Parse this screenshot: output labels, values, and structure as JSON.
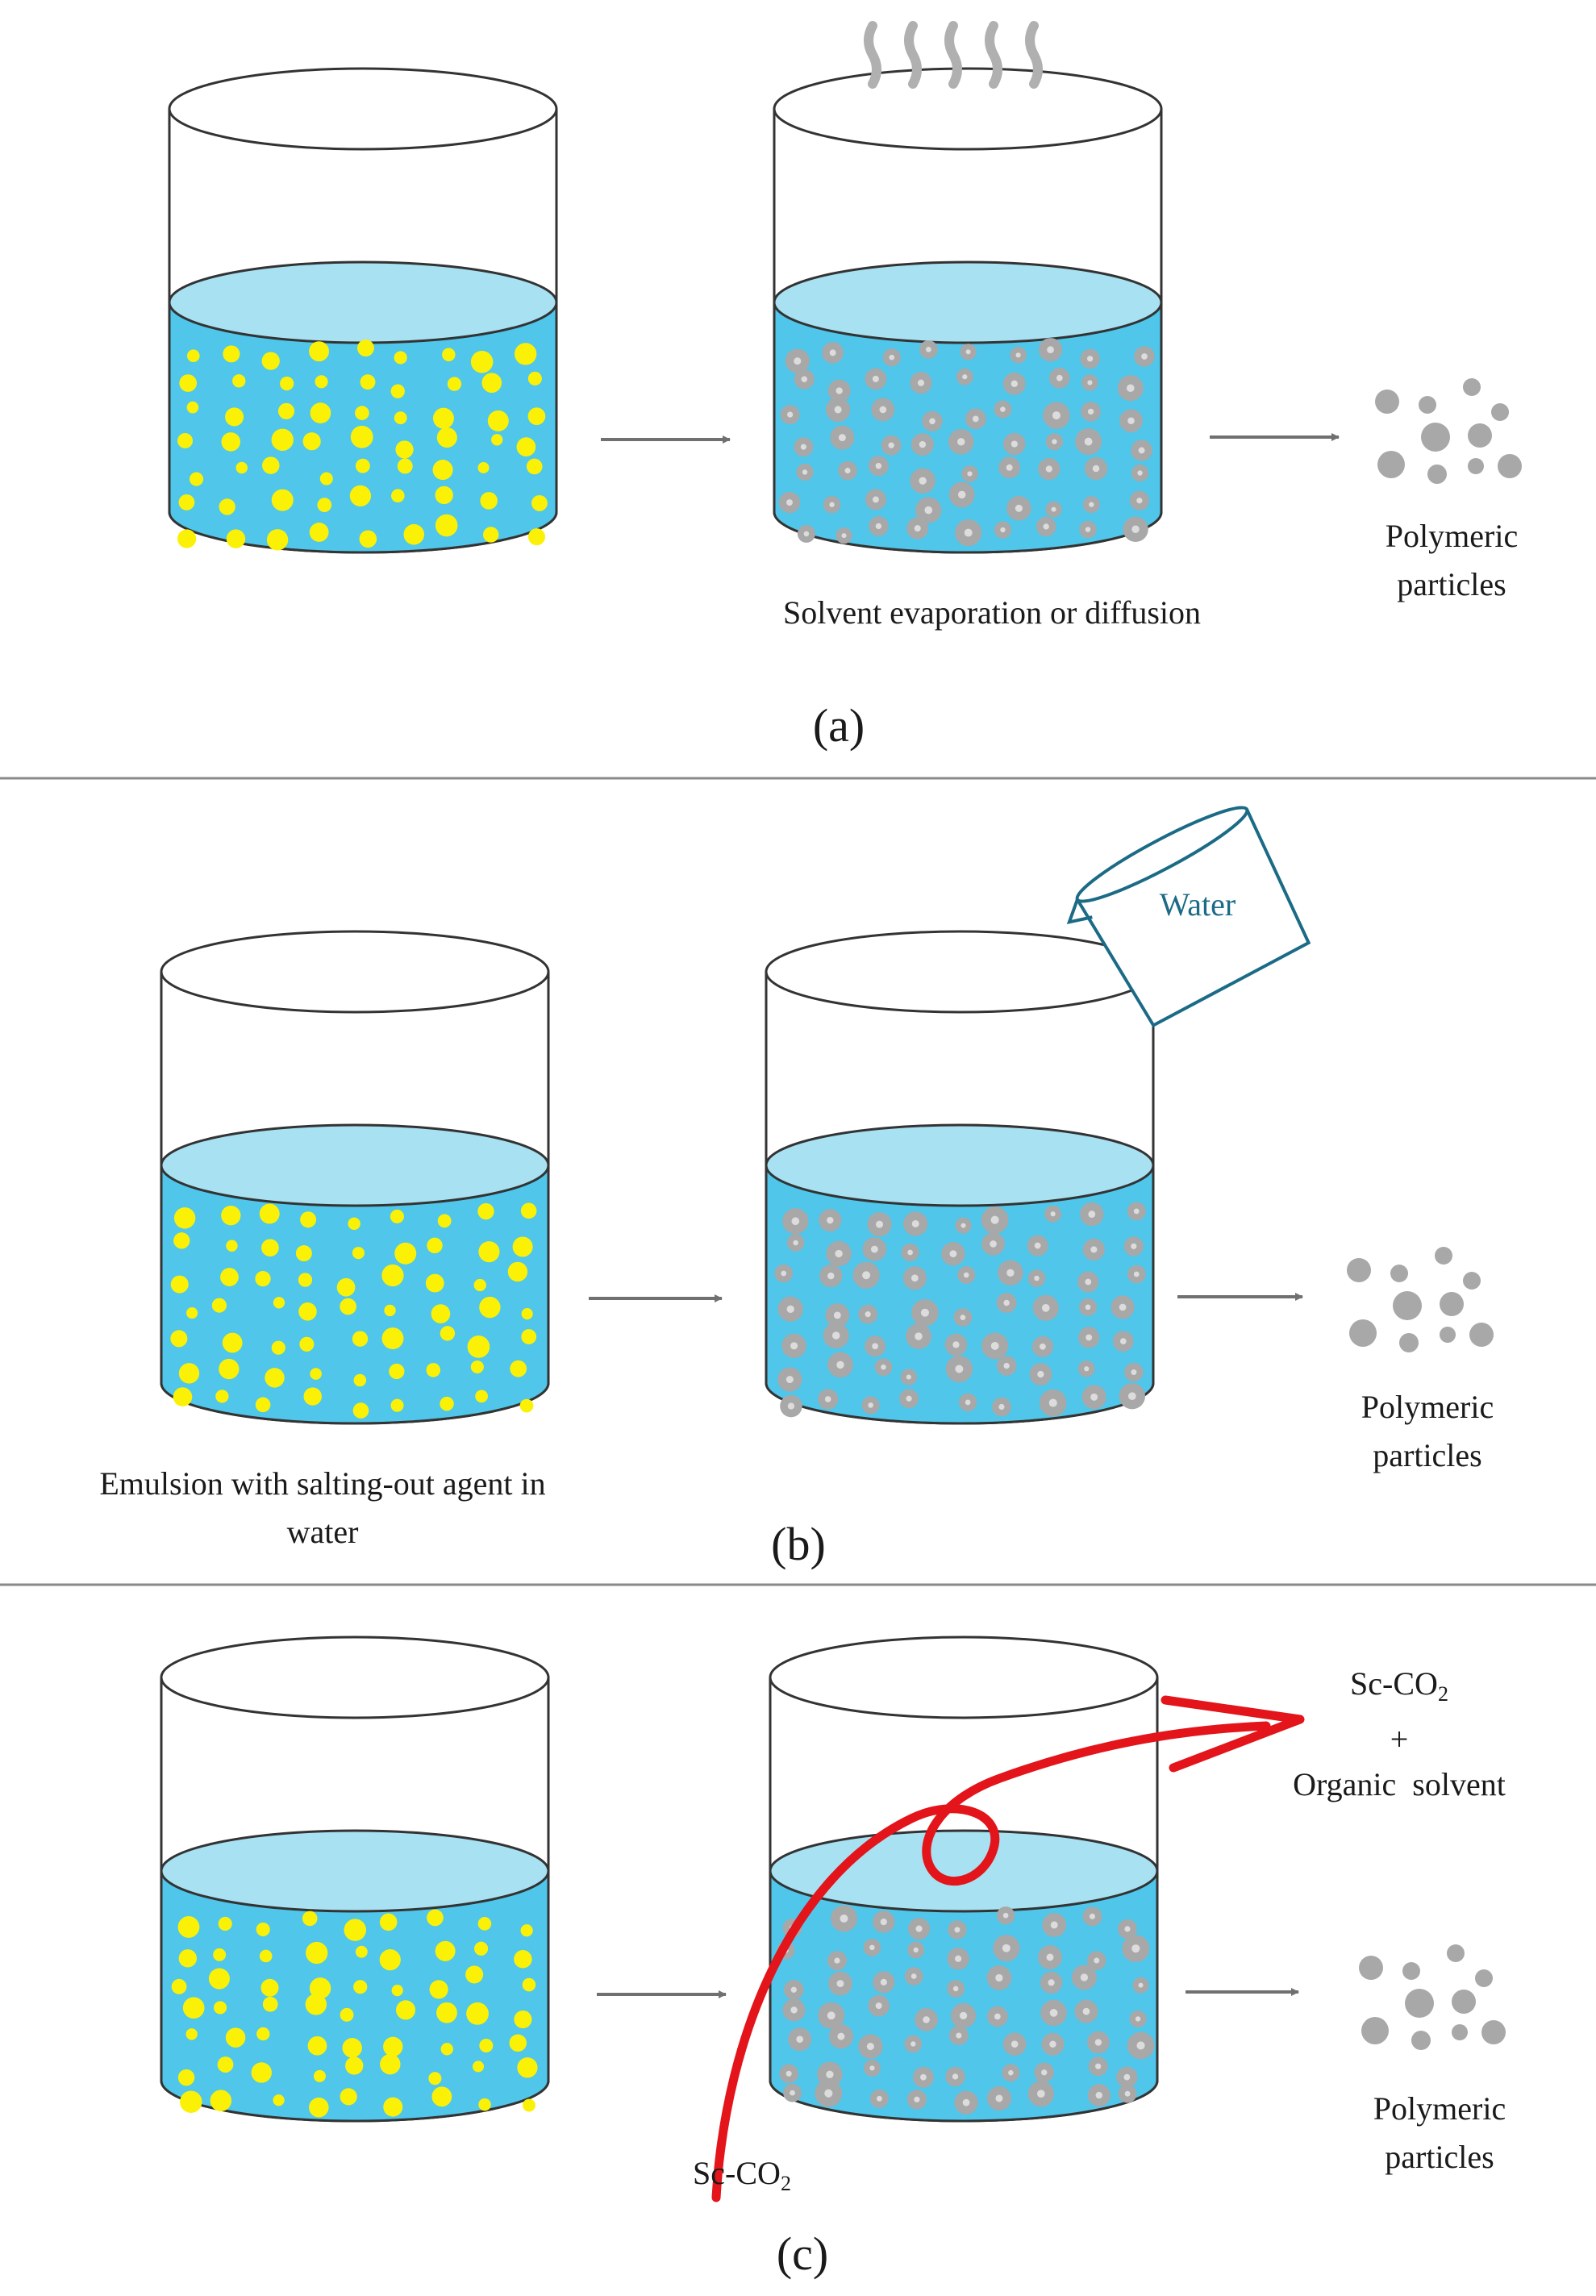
{
  "colors": {
    "liquid": "#4fc6ea",
    "liquid_top": "#a7e1f2",
    "droplet": "#fbf106",
    "particle": "#a8a8a8",
    "particle_core": "#dcdcdc",
    "arrow": "#707070",
    "divider": "#8a8a8a",
    "sc_co2_arrow": "#e3141a",
    "water_beaker": "#1b6b86"
  },
  "panel_a": {
    "letter": "(a)",
    "step_label": "Solvent evaporation or diffusion",
    "product_label": "Polymeric particles"
  },
  "panel_b": {
    "letter": "(b)",
    "step_label": "Emulsion with salting-out agent in water",
    "water_label": "Water",
    "product_label": "Polymeric particles"
  },
  "panel_c": {
    "letter": "(c)",
    "inlet_label_main": "Sc-CO",
    "inlet_label_sub": "2",
    "outlet_line1_main": "Sc-CO",
    "outlet_line1_sub": "2",
    "outlet_line2": "+",
    "outlet_line3": "Organic  solvent",
    "product_label": "Polymeric particles"
  }
}
